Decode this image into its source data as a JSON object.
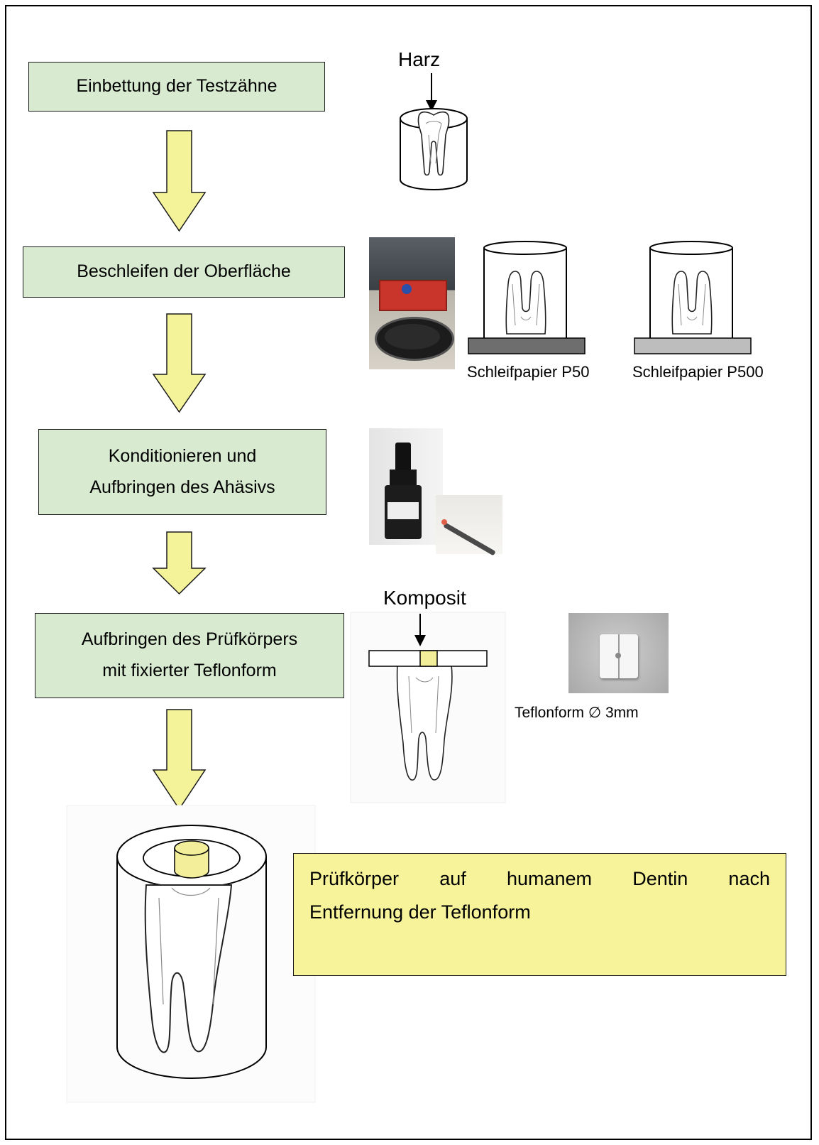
{
  "steps": [
    {
      "line1": "Einbettung der Testzähne",
      "line2": ""
    },
    {
      "line1": "Beschleifen der Oberfläche",
      "line2": ""
    },
    {
      "line1": "Konditionieren und",
      "line2": "Aufbringen des Ahäsivs"
    },
    {
      "line1": "Aufbringen des Prüfkörpers",
      "line2": "mit fixierter Teflonform"
    }
  ],
  "labels": {
    "harz": "Harz",
    "schleifpapier_p50": "Schleifpapier P50",
    "schleifpapier_p500": "Schleifpapier P500",
    "komposit": "Komposit",
    "teflonform": "Teflonform ∅ 3mm"
  },
  "result": {
    "words_line1": [
      "Prüfkörper",
      "auf",
      "humanem",
      "Dentin",
      "nach"
    ],
    "line2": "Entfernung der Teflonform"
  },
  "colors": {
    "step_box": "#d8ebd0",
    "arrow_fill": "#f5f39a",
    "result_box": "#f7f39a",
    "composite": "#f3ee9a"
  }
}
